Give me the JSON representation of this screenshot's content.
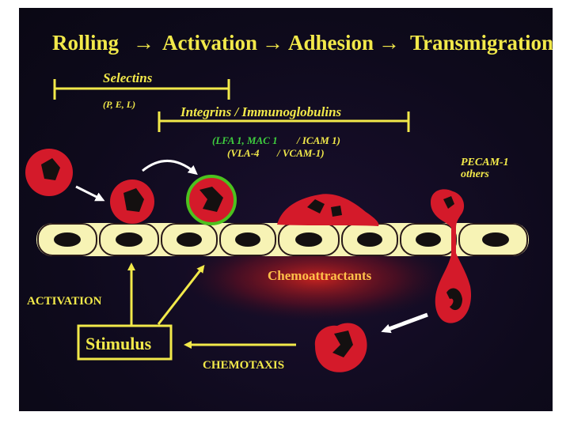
{
  "title": {
    "steps": [
      "Rolling",
      "Activation",
      "Adhesion",
      "Transmigration"
    ],
    "arrow": "→"
  },
  "selectins": {
    "label": "Selectins",
    "types": "(P, E, L)"
  },
  "integrins": {
    "label": "Integrins / Immunoglobulins",
    "pair1_green": "(LFA 1, MAC 1",
    "pair1_yellow": "/ ICAM 1)",
    "pair2_left": "(VLA-4",
    "pair2_right": "/ VCAM-1)"
  },
  "pecam": {
    "line1": "PECAM-1",
    "line2": "others"
  },
  "labels": {
    "chemoattractants": "Chemoattractants",
    "activation": "ACTIVATION",
    "stimulus": "Stimulus",
    "chemotaxis": "CHEMOTAXIS"
  },
  "colors": {
    "background": "#0e0a1c",
    "label_yellow": "#f2e94a",
    "label_green": "#3fcf3f",
    "chemo_orange": "#ffc04a",
    "cell_red": "#d41a2a",
    "endothelium": "#f7f3b5"
  }
}
